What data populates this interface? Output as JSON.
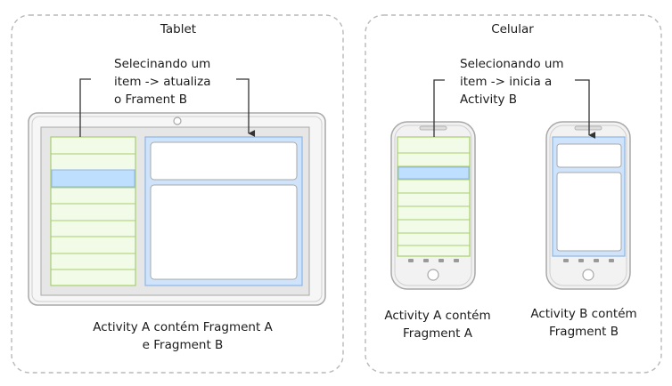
{
  "tablet": {
    "title": "Tablet",
    "callout_lines": [
      "Selecinando um",
      "item -> atualiza",
      "o Frament B"
    ],
    "caption_lines": [
      "Activity A contém Fragment A",
      "e Fragment B"
    ]
  },
  "phone": {
    "title": "Celular",
    "callout_lines": [
      "Selecionando um",
      "item -> inicia a",
      "Activity B"
    ],
    "caption_a_lines": [
      "Activity A contém",
      "Fragment A"
    ],
    "caption_b_lines": [
      "Activity B contém",
      "Fragment B"
    ]
  },
  "colors": {
    "frame_border": "#b8b8b8",
    "device_border": "#a8a8a8",
    "device_fill": "#f2f2f2",
    "fragment_a_fill": "#f2fbe8",
    "fragment_a_border": "#a8cf6e",
    "selected_item": "#bfdfff",
    "fragment_b_fill": "#cfe3fb",
    "fragment_b_border": "#8fb6e6",
    "arrow": "#333333"
  }
}
